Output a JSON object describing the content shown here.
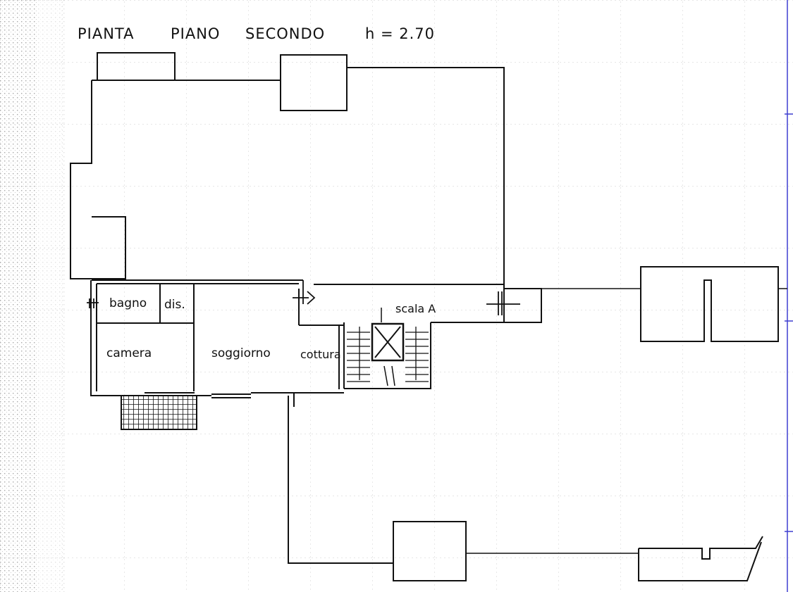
{
  "title": {
    "pianta": "PIANTA",
    "piano": "PIANO",
    "secondo": "SECONDO",
    "height": "h = 2.70"
  },
  "rooms": {
    "bagno": "bagno",
    "dis": "dis.",
    "camera": "camera",
    "soggiorno": "soggiorno",
    "cottura": "cottura",
    "scala": "scala A"
  },
  "colors": {
    "ink": "#111111",
    "margin_line": "#3f3fd0"
  }
}
